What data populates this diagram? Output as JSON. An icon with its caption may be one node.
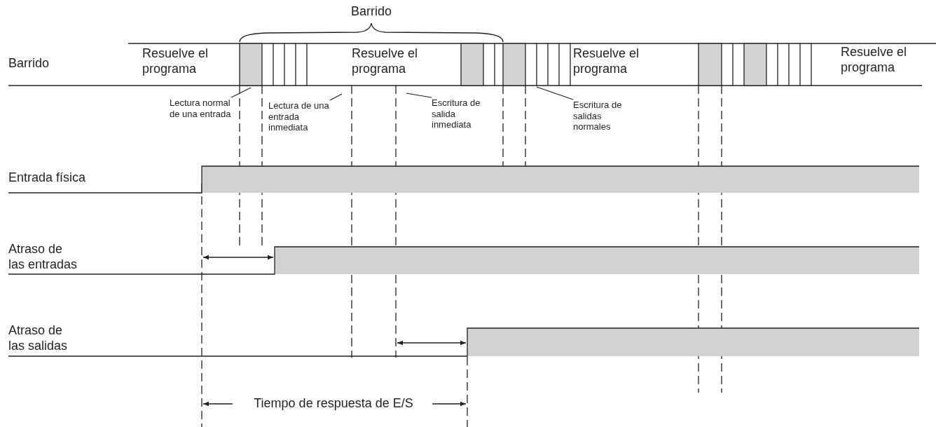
{
  "diagram": {
    "nodes": [
      {
        "text": [
          "Lectura normal de una entrada"
        ]
      },
      {
        "text": [
          "Lectura de una entrada inmediata"
        ]
      },
      {
        "text": [
          "Escritura de salida inmediata"
        ]
      },
      {
        "text": [
          "Escritura de salidas normales"
        ]
      }
    ],
    "edges": [
      {
        "from": 0,
        "to": null,
        "arrow": "none"
      },
      {
        "from": 1,
        "to": null,
        "arrow": "none"
      },
      {
        "from": 2,
        "to": null,
        "arrow": "none"
      },
      {
        "from": 3,
        "to": null,
        "arrow": "none"
      }
    ],
    "labels": [
      "Barrido",
      "Barrido",
      "Resuelve el programa",
      "Resuelve el programa",
      "Resuelve el programa",
      "Resuelve el programa",
      "Entrada física",
      "Atraso de las entradas",
      "Atraso de las salidas",
      "Tiempo de respuesta de E/S"
    ]
  }
}
